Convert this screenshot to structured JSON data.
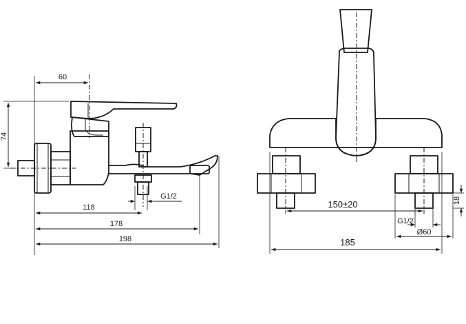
{
  "dimensions": {
    "side": {
      "top_width": "60",
      "height": "74",
      "outlet_thread": "G1/2",
      "dim_118": "118",
      "dim_178": "178",
      "dim_198": "198"
    },
    "front": {
      "spacing": "150±20",
      "total_width": "185",
      "height_18": "18",
      "inlet_thread": "G1/2",
      "diameter": "Ø60"
    }
  }
}
